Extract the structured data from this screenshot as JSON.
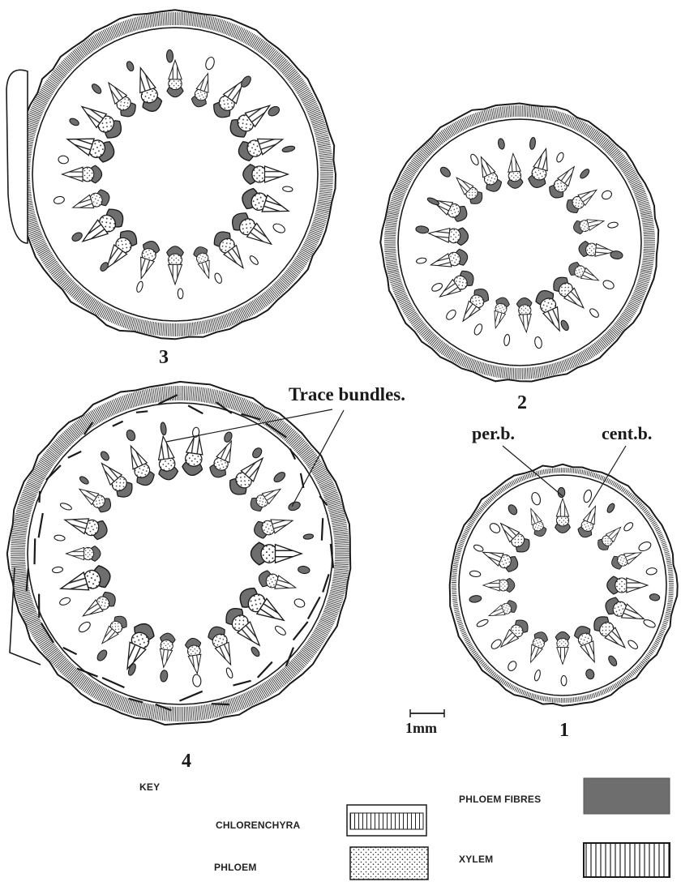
{
  "sections": [
    {
      "id": "1",
      "label": "1"
    },
    {
      "id": "2",
      "label": "2"
    },
    {
      "id": "3",
      "label": "3"
    },
    {
      "id": "4",
      "label": "4"
    }
  ],
  "annotations": {
    "trace": "Trace bundles.",
    "per": "per.b.",
    "cent": "cent.b.",
    "scale": "1mm"
  },
  "key": {
    "title": "KEY",
    "items": [
      {
        "label": "CHLORENCHYRA",
        "pattern": "chlorenchyma"
      },
      {
        "label": "PHLOEM FIBRES",
        "pattern": "fibres"
      },
      {
        "label": "PHLOEM",
        "pattern": "phloem"
      },
      {
        "label": "XYLEM",
        "pattern": "xylem"
      }
    ]
  },
  "colors": {
    "ink": "#1a1a1a",
    "fibres": "#6e6e6e",
    "background": "#ffffff"
  }
}
